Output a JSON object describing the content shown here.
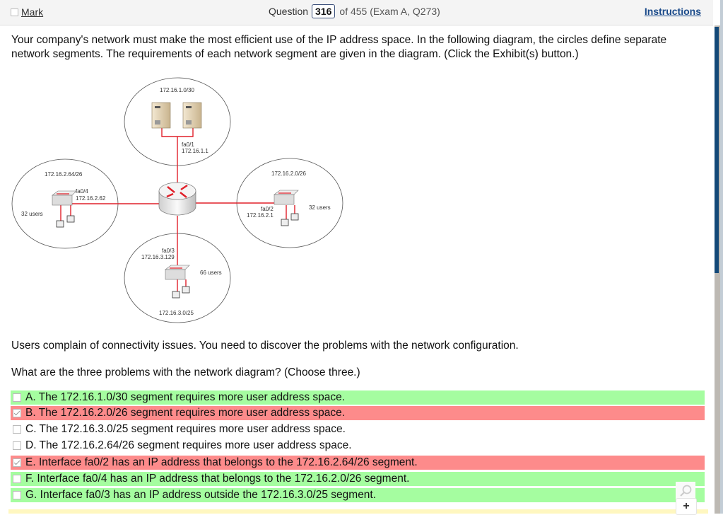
{
  "header": {
    "mark_label": "Mark",
    "question_label": "Question",
    "question_number": "316",
    "question_of": "of 455 (Exam A, Q273)",
    "instructions_link": "Instructions"
  },
  "question": {
    "text": "Your company's network must make the most efficient use of the IP address space. In the following diagram, the circles define separate network segments. The requirements of each network segment are given in the diagram. (Click the Exhibit(s) button.)",
    "paragraph1": "Users complain of connectivity issues. You need to discover the problems with the network configuration.",
    "paragraph2": "What are the three problems with the network diagram? (Choose three.)"
  },
  "diagram": {
    "top": {
      "subnet": "172.16.1.0/30",
      "iface": "fa0/1",
      "ip": "172.16.1.1"
    },
    "left": {
      "subnet": "172.16.2.64/26",
      "iface": "fa0/4",
      "ip": "172.16.2.62",
      "users": "32 users"
    },
    "right": {
      "subnet": "172.16.2.0/26",
      "iface": "fa0/2",
      "ip": "172.16.2.1",
      "users": "32 users"
    },
    "bottom": {
      "subnet": "172.16.3.0/25",
      "iface": "fa0/3",
      "ip": "172.16.3.129",
      "users": "66 users"
    },
    "line_color": "#e0202a"
  },
  "options": [
    {
      "text": "A. The 172.16.1.0/30 segment requires more user address space.",
      "checked": false,
      "status": "correct"
    },
    {
      "text": "B. The 172.16.2.0/26 segment requires more user address space.",
      "checked": true,
      "status": "wrong"
    },
    {
      "text": "C. The 172.16.3.0/25 segment requires more user address space.",
      "checked": false,
      "status": "none"
    },
    {
      "text": "D. The 172.16.2.64/26 segment requires more user address space.",
      "checked": false,
      "status": "none"
    },
    {
      "text": "E. Interface fa0/2 has an IP address that belongs to the 172.16.2.64/26 segment.",
      "checked": true,
      "status": "wrong"
    },
    {
      "text": "F. Interface fa0/4 has an IP address that belongs to the 172.16.2.0/26 segment.",
      "checked": false,
      "status": "correct"
    },
    {
      "text": "G. Interface fa0/3 has an IP address outside the 172.16.3.0/25 segment.",
      "checked": false,
      "status": "correct"
    }
  ],
  "colors": {
    "correct": "#a5fda0",
    "wrong": "#fd8b8b",
    "scroll_thumb": "#134877"
  }
}
